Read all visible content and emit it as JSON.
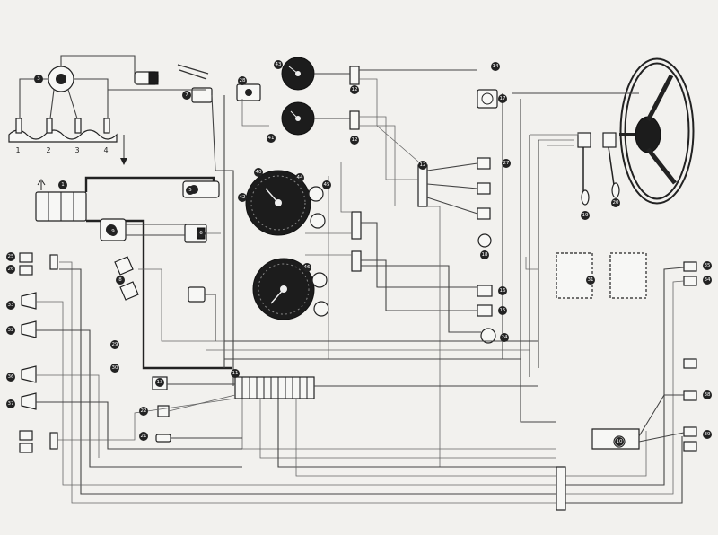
{
  "diagram": {
    "spark_plug_labels": [
      "1",
      "2",
      "3",
      "4"
    ],
    "callouts": [
      {
        "id": "c-3",
        "num": "3"
      },
      {
        "id": "c-1",
        "num": "1"
      },
      {
        "id": "c-7",
        "num": "7"
      },
      {
        "id": "c-28",
        "num": "28"
      },
      {
        "id": "c-5",
        "num": "5"
      },
      {
        "id": "c-6",
        "num": "6"
      },
      {
        "id": "c-9",
        "num": "9"
      },
      {
        "id": "c-8",
        "num": "8"
      },
      {
        "id": "c-43",
        "num": "43"
      },
      {
        "id": "c-14",
        "num": "14"
      },
      {
        "id": "c-17a",
        "num": "17"
      },
      {
        "id": "c-27",
        "num": "27"
      },
      {
        "id": "c-12a",
        "num": "12"
      },
      {
        "id": "c-12b",
        "num": "12"
      },
      {
        "id": "c-12c",
        "num": "12"
      },
      {
        "id": "c-19",
        "num": "19"
      },
      {
        "id": "c-20",
        "num": "20"
      },
      {
        "id": "c-18",
        "num": "18"
      },
      {
        "id": "c-40",
        "num": "40"
      },
      {
        "id": "c-41",
        "num": "41"
      },
      {
        "id": "c-42",
        "num": "42"
      },
      {
        "id": "c-44",
        "num": "44"
      },
      {
        "id": "c-45",
        "num": "45"
      },
      {
        "id": "c-46",
        "num": "46"
      },
      {
        "id": "c-11",
        "num": "11"
      },
      {
        "id": "c-13",
        "num": "13"
      },
      {
        "id": "c-16",
        "num": "16"
      },
      {
        "id": "c-15",
        "num": "15"
      },
      {
        "id": "c-24",
        "num": "24"
      },
      {
        "id": "c-22",
        "num": "22"
      },
      {
        "id": "c-21",
        "num": "21"
      },
      {
        "id": "c-10",
        "num": "10"
      },
      {
        "id": "c-25",
        "num": "25"
      },
      {
        "id": "c-26",
        "num": "26"
      },
      {
        "id": "c-29",
        "num": "29"
      },
      {
        "id": "c-30",
        "num": "30"
      },
      {
        "id": "c-31",
        "num": "31"
      },
      {
        "id": "c-33",
        "num": "33"
      },
      {
        "id": "c-34",
        "num": "34"
      },
      {
        "id": "c-35",
        "num": "35"
      },
      {
        "id": "c-32",
        "num": "32"
      },
      {
        "id": "c-36",
        "num": "36"
      },
      {
        "id": "c-37",
        "num": "37"
      },
      {
        "id": "c-38",
        "num": "38"
      },
      {
        "id": "c-39",
        "num": "39"
      }
    ]
  }
}
